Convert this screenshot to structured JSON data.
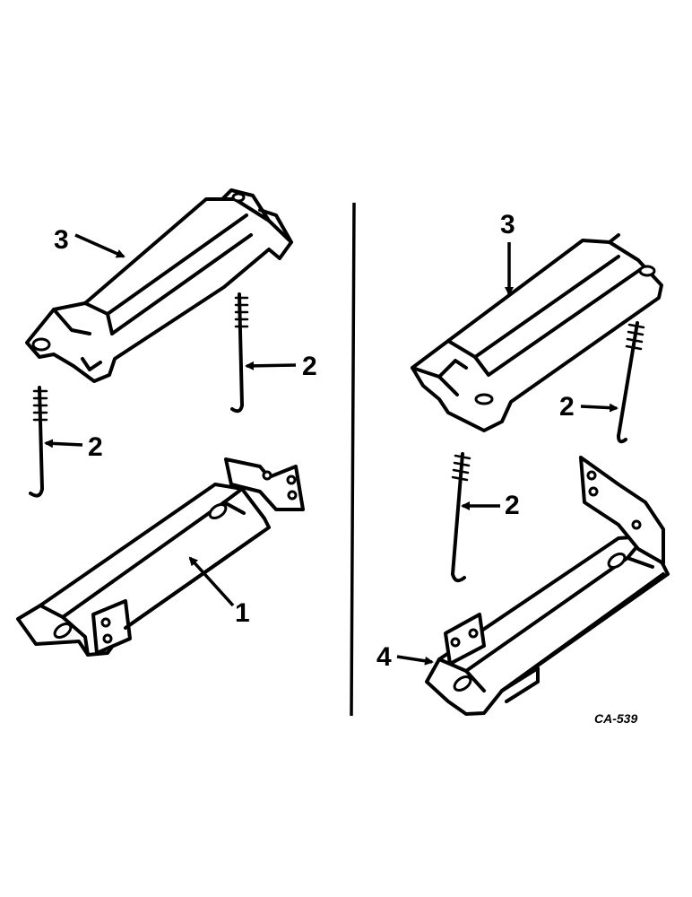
{
  "diagram": {
    "left_assembly": {
      "cover_callout": "3",
      "rod_right_callout": "2",
      "rod_left_callout": "2",
      "tray_callout": "1"
    },
    "right_assembly": {
      "cover_callout": "3",
      "rod_upper_callout": "2",
      "rod_lower_callout": "2",
      "tray_callout": "4"
    },
    "figure_code": "CA-539"
  }
}
